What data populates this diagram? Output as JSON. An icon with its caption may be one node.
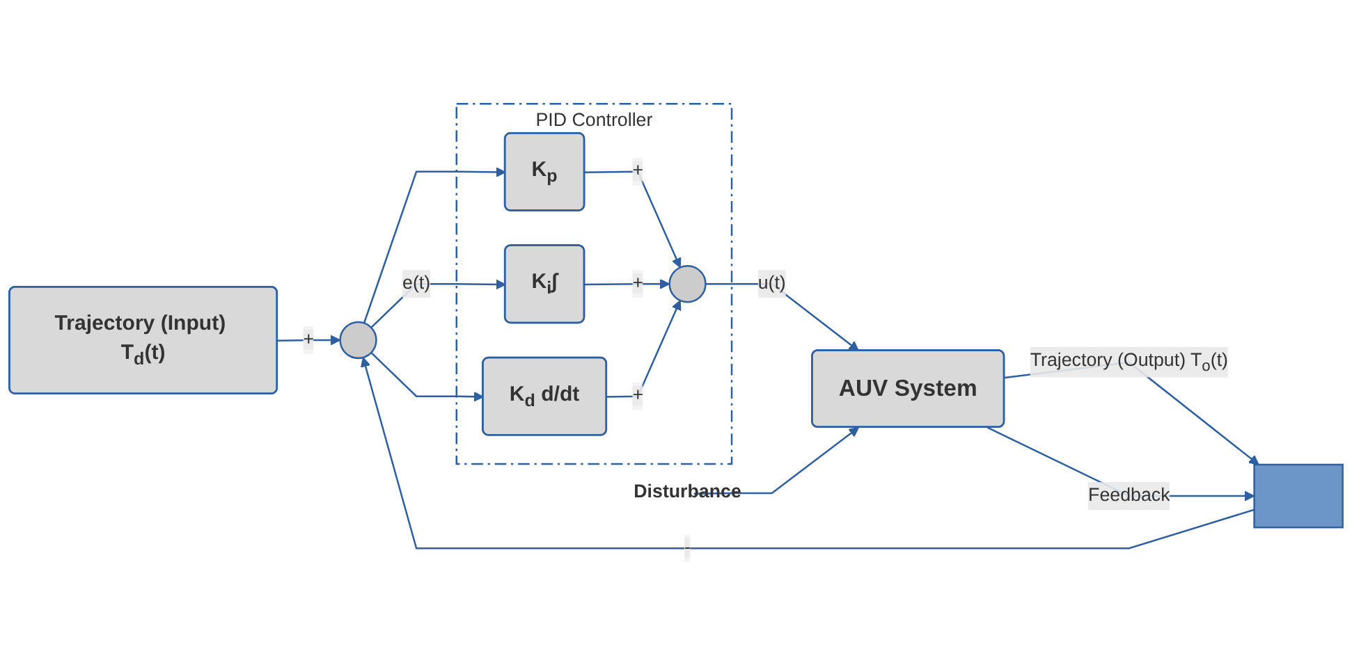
{
  "diagram": {
    "nodes": [
      {
        "text": [
          "Trajectory (Input) T$_{d}$(t)"
        ]
      },
      {
        "text": [],
        "shape": "circle"
      },
      {
        "text": [
          "PID Controller"
        ]
      },
      {
        "text": [
          "K$_{p}$"
        ],
        "in": 2
      },
      {
        "text": [
          "K$_{i}$∫"
        ],
        "in": 2
      },
      {
        "text": [
          "K$_{d}$ d/dt"
        ],
        "in": 2
      },
      {
        "text": [],
        "shape": "circle",
        "in": 2
      },
      {
        "text": [
          "Disturbance"
        ]
      },
      {
        "text": [
          "AUV System"
        ]
      },
      {
        "text": [],
        "shape": "bar"
      }
    ],
    "edges": [
      {
        "from": 0,
        "to": 1,
        "arrow": "to",
        "label": "+"
      },
      {
        "from": 1,
        "to": 3,
        "arrow": "to"
      },
      {
        "from": 1,
        "to": 4,
        "arrow": "to",
        "label": "e(t)"
      },
      {
        "from": 1,
        "to": 5,
        "arrow": "to"
      },
      {
        "from": 3,
        "to": 6,
        "arrow": "to",
        "label": "+"
      },
      {
        "from": 4,
        "to": 6,
        "arrow": "to",
        "label": "+"
      },
      {
        "from": 5,
        "to": 6,
        "arrow": "to",
        "label": "+"
      },
      {
        "from": 6,
        "to": 8,
        "arrow": "to",
        "label": "u(t)"
      },
      {
        "from": 7,
        "to": 8,
        "arrow": "to"
      },
      {
        "from": 8,
        "to": 9,
        "arrow": "to",
        "label": "Trajectory (Output) T$_{o}$(t)"
      },
      {
        "from": 8,
        "to": 9,
        "arrow": "to",
        "label": "Feedback"
      },
      {
        "from": 9,
        "to": 1,
        "arrow": "to",
        "label": "-"
      }
    ]
  }
}
